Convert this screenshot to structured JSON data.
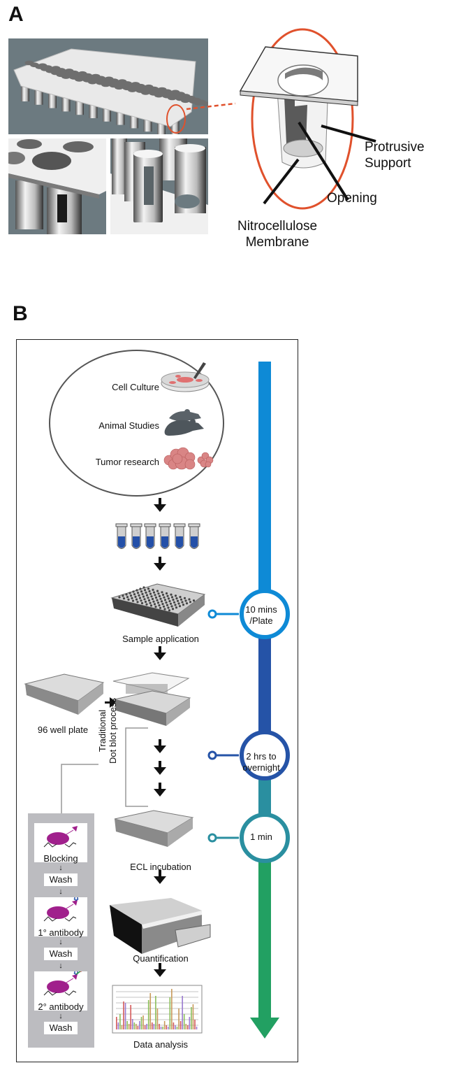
{
  "panels": {
    "a": {
      "letter": "A",
      "callouts": {
        "protrusive_support": [
          "Protrusive",
          "Support"
        ],
        "opening": "Opening",
        "membrane": [
          "Nitrocellulose",
          "Membrane"
        ]
      },
      "highlight_color": "#e0512c"
    },
    "b": {
      "letter": "B",
      "sources": [
        {
          "label": "Cell Culture",
          "icon": "petri-dish-icon"
        },
        {
          "label": "Animal Studies",
          "icon": "mice-icon"
        },
        {
          "label": "Tumor research",
          "icon": "tumor-cells-icon"
        }
      ],
      "tube_count": 6,
      "steps": {
        "sample_application": "Sample application",
        "well_plate": "96 well plate",
        "traditional": [
          "Traditional",
          "Dot blot process"
        ],
        "ecl": "ECL incubation",
        "quantification": "Quantification",
        "data_analysis": "Data analysis"
      },
      "traditional_steps": [
        {
          "label": "Blocking",
          "type": "box"
        },
        {
          "label": "Wash",
          "type": "wash"
        },
        {
          "label": "1° antibody",
          "type": "box"
        },
        {
          "label": "Wash",
          "type": "wash"
        },
        {
          "label": "2° antibody",
          "type": "box"
        },
        {
          "label": "Wash",
          "type": "wash"
        }
      ],
      "timeline": {
        "badges": [
          {
            "line1": "10 mins",
            "line2": "/Plate",
            "color": "#0e8ad6"
          },
          {
            "line1": "2 hrs to",
            "line2": "overnight",
            "color": "#2553a7"
          },
          {
            "line1": "1 min",
            "line2": "",
            "color": "#2a8fa0"
          }
        ],
        "segment_colors": [
          "#0e8ad6",
          "#2553a7",
          "#2a8fa0",
          "#22a062"
        ]
      }
    }
  }
}
